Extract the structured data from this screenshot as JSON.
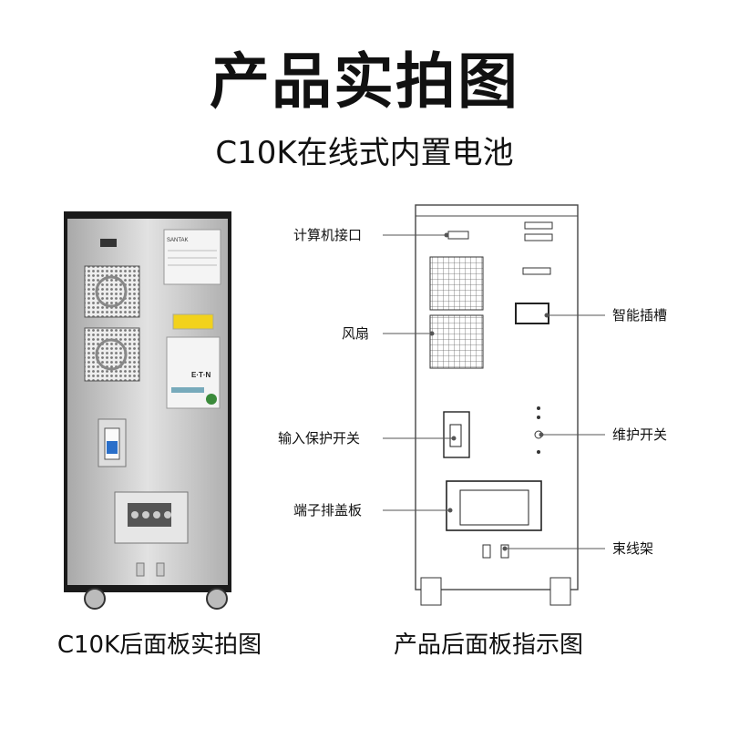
{
  "page": {
    "title": "产品实拍图",
    "subtitle": "C10K在线式内置电池"
  },
  "captions": {
    "left": "C10K后面板实拍图",
    "right": "产品后面板指示图"
  },
  "callouts": {
    "computer_port": "计算机接口",
    "fan": "风扇",
    "input_protection_switch": "输入保护开关",
    "terminal_cover": "端子排盖板",
    "smart_slot": "智能插槽",
    "maintenance_switch": "维护开关",
    "cable_rack": "束线架"
  },
  "photo_labels": {
    "brand": "SANTAK",
    "logo": "E·T·N"
  },
  "colors": {
    "panel": "#c9c9c9",
    "frame": "#1a1a1a",
    "warning": "#f2d21c",
    "breaker": "#2a6fc9",
    "line": "#555555"
  }
}
